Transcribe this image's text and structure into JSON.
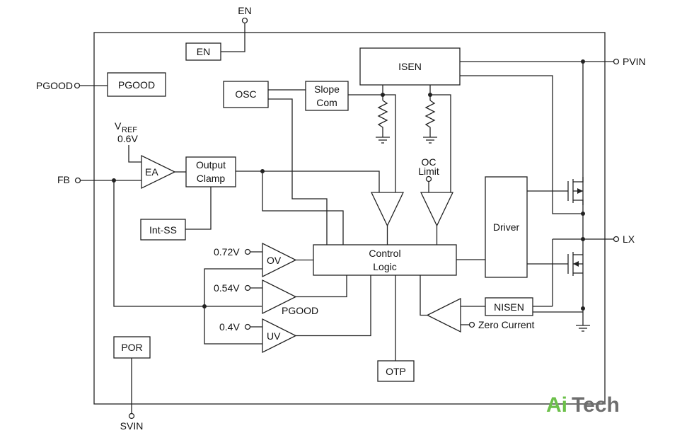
{
  "pins": {
    "en": "EN",
    "pgood": "PGOOD",
    "pvin": "PVIN",
    "fb": "FB",
    "lx": "LX",
    "svin": "SVIN"
  },
  "blocks": {
    "en": "EN",
    "pgood": "PGOOD",
    "isen": "ISEN",
    "osc": "OSC",
    "slope_line1": "Slope",
    "slope_line2": "Com",
    "ea": "EA",
    "clamp_line1": "Output",
    "clamp_line2": "Clamp",
    "intss": "Int-SS",
    "driver": "Driver",
    "ctrl_line1": "Control",
    "ctrl_line2": "Logic",
    "nisen": "NISEN",
    "otp": "OTP",
    "por": "POR",
    "ov": "OV",
    "uv": "UV"
  },
  "labels": {
    "vref_main": "V",
    "vref_sub": "REF",
    "vref_value": "0.6V",
    "oc_line1": "OC",
    "oc_line2": "Limit",
    "thr_ov": "0.72V",
    "thr_pgood": "0.54V",
    "thr_uv": "0.4V",
    "pgood_comp": "PGOOD",
    "zero_current": "Zero Current"
  },
  "brand": {
    "part1": "Ai",
    "part2": "Tech",
    "color1": "#6cc04a",
    "color2": "#6e6e6e"
  }
}
